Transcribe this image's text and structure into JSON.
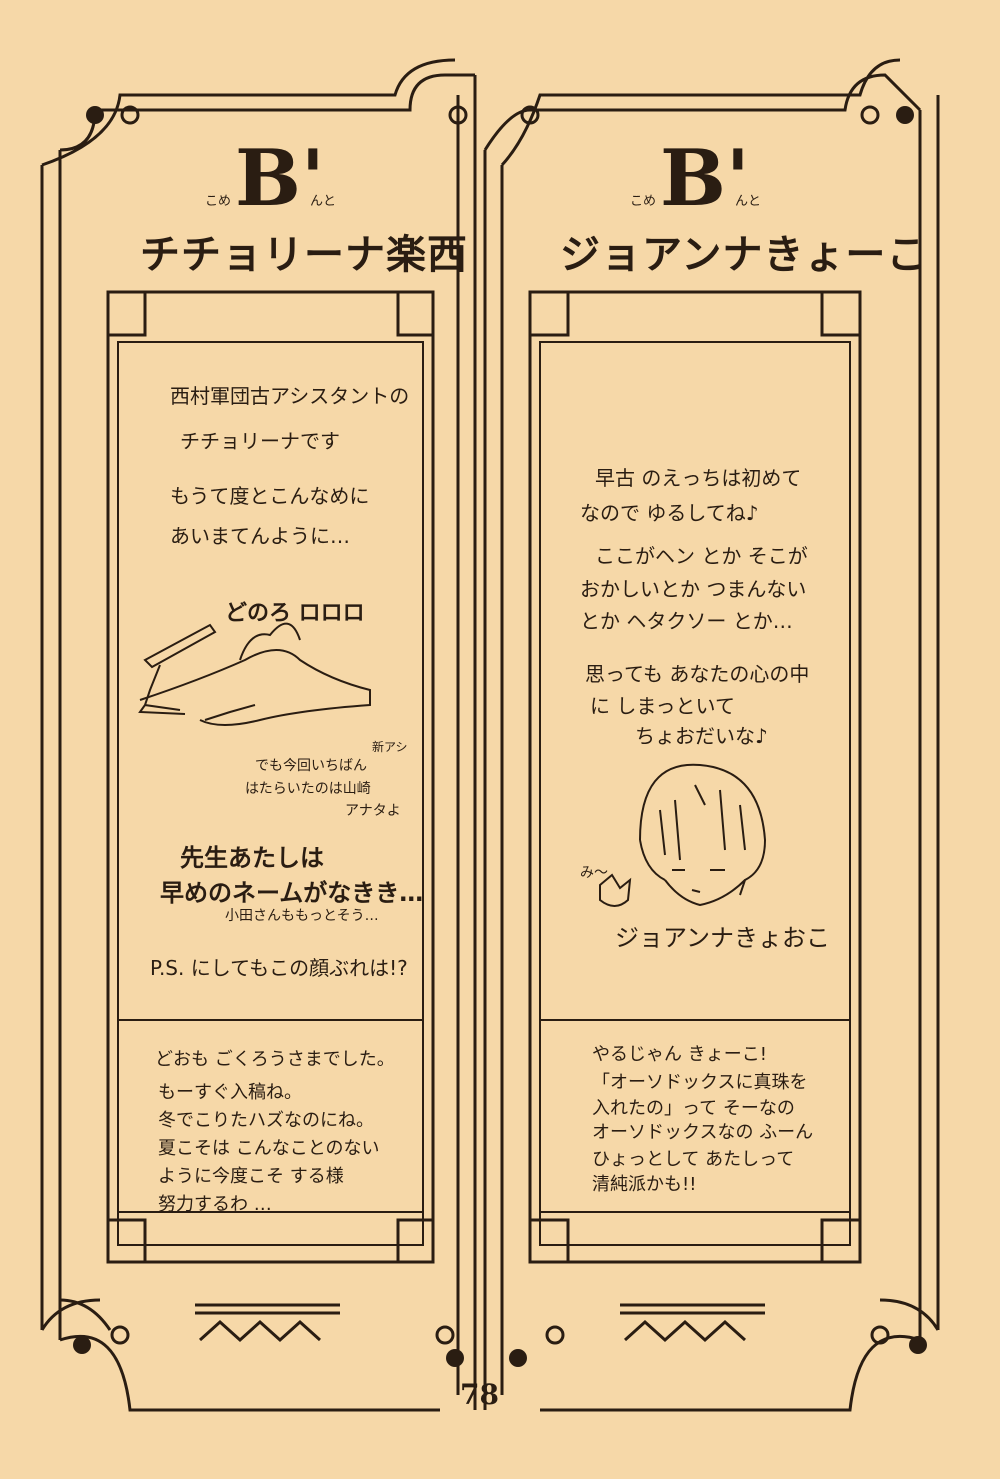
{
  "page_number": "78",
  "left_panel": {
    "logo_letter": "B'",
    "logo_ruby_left": "こめ",
    "logo_ruby_right": "んと",
    "title": "チチョリーナ楽西",
    "body": [
      "西村軍団古アシスタントの",
      "チチョリーナです",
      "もうて度とこんなめに",
      "あいまてんように…"
    ],
    "sfx": "どのろ ロロロ",
    "side_note_1": "でも今回いちばん",
    "side_note_2": "はたらいたのは山崎",
    "side_note_3": "アナタよ",
    "side_note_tag": "新アシ",
    "bold_line_1": "先生あたしは",
    "bold_line_2": "早めのネームがなきき…",
    "small_line": "小田さんももっとそう…",
    "ps_line": "P.S. にしてもこの顔ぶれは!?",
    "box_lines": [
      "どおも ごくろうさまでした。",
      "もーすぐ入稿ね。",
      "冬でこりたハズなのにね。",
      "夏こそは こんなことのない",
      "ように今度こそ する様",
      "努力するわ …"
    ]
  },
  "right_panel": {
    "logo_letter": "B'",
    "logo_ruby_left": "こめ",
    "logo_ruby_right": "んと",
    "title": "ジョアンナきょーこ",
    "body": [
      "早古 のえっちは初めて",
      "なので ゆるしてね♪",
      "ここがヘン とか そこが",
      "おかしいとか つまんない",
      "とか ヘタクソー とか…",
      "思っても あなたの心の中",
      "に しまっといて",
      "ちょおだいな♪"
    ],
    "cat_sound": "み～",
    "signature": "ジョアンナきょおこ",
    "box_lines": [
      "やるじゃん きょーこ!",
      "「オーソドックスに真珠を",
      "入れたの」って そーなの",
      "オーソドックスなの ふーん",
      "ひょっとして あたしって",
      "清純派かも!!"
    ]
  }
}
